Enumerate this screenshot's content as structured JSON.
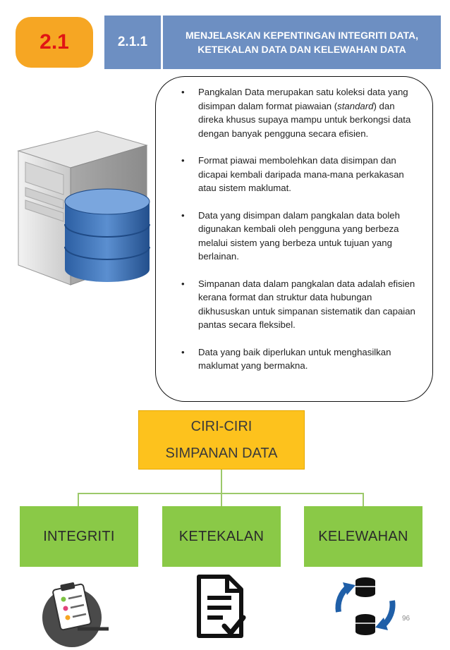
{
  "header": {
    "section_number": "2.1",
    "subsection_number": "2.1.1",
    "title_line1": "MENJELASKAN KEPENTINGAN INTEGRITI DATA,",
    "title_line2": "KETEKALAN DATA DAN KELEWAHAN DATA"
  },
  "bullets": [
    {
      "pre": "Pangkalan Data merupakan satu koleksi data yang disimpan dalam format piawaian (",
      "italic": "standard",
      "post": ") dan direka khusus supaya mampu untuk berkongsi data dengan banyak pengguna secara efisien."
    },
    {
      "pre": "Format piawai membolehkan data disimpan dan dicapai kembali daripada mana-mana perkakasan atau sistem maklumat."
    },
    {
      "pre": "Data yang disimpan dalam pangkalan data boleh digunakan kembali oleh pengguna yang berbeza melalui sistem yang berbeza untuk tujuan yang berlainan."
    },
    {
      "pre": "Simpanan data dalam pangkalan data adalah efisien kerana format dan struktur data hubungan dikhususkan untuk simpanan sistematik dan capaian pantas secara fleksibel."
    },
    {
      "pre": "Data yang baik diperlukan untuk menghasilkan maklumat yang bermakna."
    }
  ],
  "diagram": {
    "root_line1": "CIRI-CIRI",
    "root_line2": "SIMPANAN DATA",
    "leaves": [
      "INTEGRITI",
      "KETEKALAN",
      "KELEWAHAN"
    ]
  },
  "icons": [
    "server-database-icon",
    "checklist-icon",
    "document-check-icon",
    "database-sync-icon"
  ],
  "colors": {
    "badge": "#f6a623",
    "badge_text": "#e11414",
    "header_bar": "#6d8fc2",
    "root_box": "#fdc21d",
    "leaf_box": "#8ac947"
  },
  "page_number": "96"
}
